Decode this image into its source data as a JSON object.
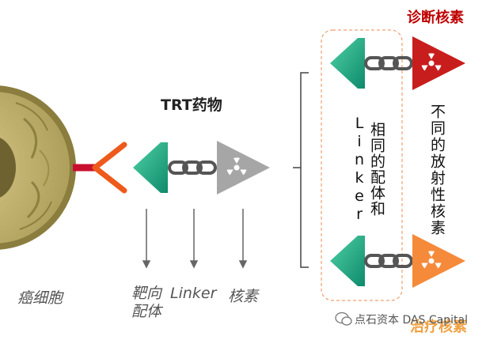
{
  "labels": {
    "trt_drug": "TRT药物",
    "diagnostic_nuclide": "诊断核素",
    "therapeutic_nuclide": "治疗核素",
    "cancer_cell": "癌细胞",
    "targeting_ligand": "靶向配体",
    "linker": "Linker",
    "nuclide": "核素",
    "same_ligand_linker": "相同的配体和Linker",
    "different_nuclide": "不同的放射性核素"
  },
  "watermark": "点石资本 DAS Capital",
  "colors": {
    "ligand_green": "#1aa785",
    "diagnostic_red": "#c81d1d",
    "therapeutic_orange": "#f58a3a",
    "drug_gray": "#a6a6a6",
    "antibody_red": "#e8431f",
    "title_red": "#c00000"
  },
  "icons": {
    "nuclide": "radiation-icon",
    "linker": "chain-icon"
  }
}
